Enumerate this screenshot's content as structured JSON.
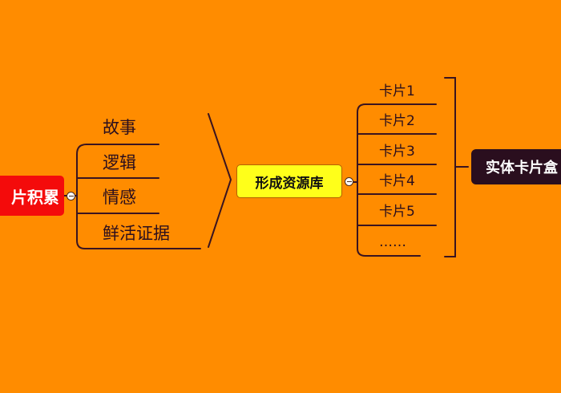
{
  "root": {
    "label": "片积累"
  },
  "branches": [
    "故事",
    "逻辑",
    "情感",
    "鲜活证据"
  ],
  "center": {
    "label": "形成资源库"
  },
  "cards": [
    "卡片1",
    "卡片2",
    "卡片3",
    "卡片4",
    "卡片5",
    "……"
  ],
  "right": {
    "label": "实体卡片盒"
  },
  "colors": {
    "background": "#FF8C00",
    "line": "#3A1420",
    "root_fill": "#F40B0B",
    "center_fill": "#FFFF1A",
    "right_fill": "#2A0E1E"
  },
  "icons": {
    "collapse": "minus-circle-icon"
  }
}
